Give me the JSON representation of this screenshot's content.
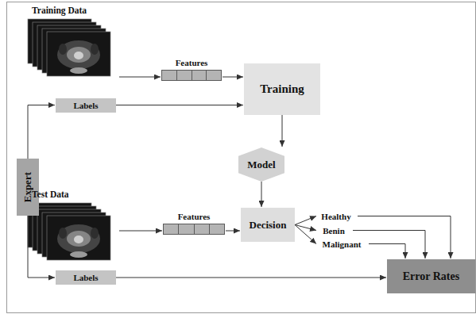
{
  "diagram": {
    "nodes": [
      {
        "text": [
          "Training Data"
        ]
      },
      {
        "text": [
          "Features"
        ]
      },
      {
        "text": [
          "Training"
        ]
      },
      {
        "text": [
          "Labels"
        ]
      },
      {
        "text": [
          "Expert"
        ]
      },
      {
        "text": [
          "Model"
        ]
      },
      {
        "text": [
          "Test Data"
        ]
      },
      {
        "text": [
          "Features"
        ]
      },
      {
        "text": [
          "Decision"
        ]
      },
      {
        "text": [
          "Healthy"
        ]
      },
      {
        "text": [
          "Benin"
        ]
      },
      {
        "text": [
          "Malignant"
        ]
      },
      {
        "text": [
          "Labels"
        ]
      },
      {
        "text": [
          "Error Rates"
        ]
      }
    ],
    "edges": [
      {
        "from": 0,
        "to": 1,
        "arrow": "to"
      },
      {
        "from": 1,
        "to": 2,
        "arrow": "to"
      },
      {
        "from": 3,
        "to": 2,
        "arrow": "to"
      },
      {
        "from": 4,
        "to": 3,
        "arrow": "to"
      },
      {
        "from": 2,
        "to": 5,
        "arrow": "to"
      },
      {
        "from": 5,
        "to": 8,
        "arrow": "to"
      },
      {
        "from": 4,
        "to": 12,
        "arrow": "to"
      },
      {
        "from": 6,
        "to": 7,
        "arrow": "to"
      },
      {
        "from": 7,
        "to": 8,
        "arrow": "to"
      },
      {
        "from": 8,
        "to": 9,
        "arrow": "to"
      },
      {
        "from": 8,
        "to": 10,
        "arrow": "to"
      },
      {
        "from": 8,
        "to": 11,
        "arrow": "to"
      },
      {
        "from": 9,
        "to": 13,
        "arrow": "to"
      },
      {
        "from": 10,
        "to": 13,
        "arrow": "to"
      },
      {
        "from": 11,
        "to": 13,
        "arrow": "to"
      },
      {
        "from": 12,
        "to": 13,
        "arrow": "to"
      }
    ]
  }
}
